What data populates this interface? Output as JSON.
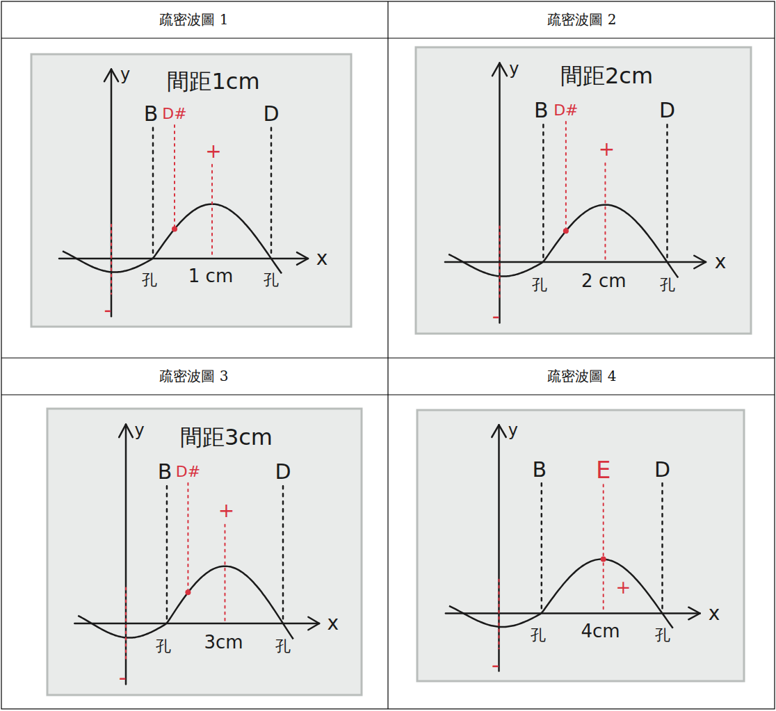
{
  "diagram": {
    "labels": [
      "疏密波圖 1",
      "疏密波圖 2",
      "疏密波圖 3",
      "疏密波圖 4",
      "y",
      "間距1cm",
      "B",
      "D#",
      "+",
      "D",
      "孔",
      "1 cm",
      "孔",
      "x",
      "-",
      "y",
      "間距2cm",
      "B",
      "D#",
      "+",
      "D",
      "孔",
      "2 cm",
      "孔",
      "x",
      "-",
      "y",
      "間距3cm",
      "B",
      "D#",
      "+",
      "D",
      "孔",
      "3cm",
      "孔",
      "x",
      "-",
      "y",
      "B",
      "E",
      "D",
      "+",
      "孔",
      "4cm",
      "孔",
      "x",
      "-"
    ]
  }
}
